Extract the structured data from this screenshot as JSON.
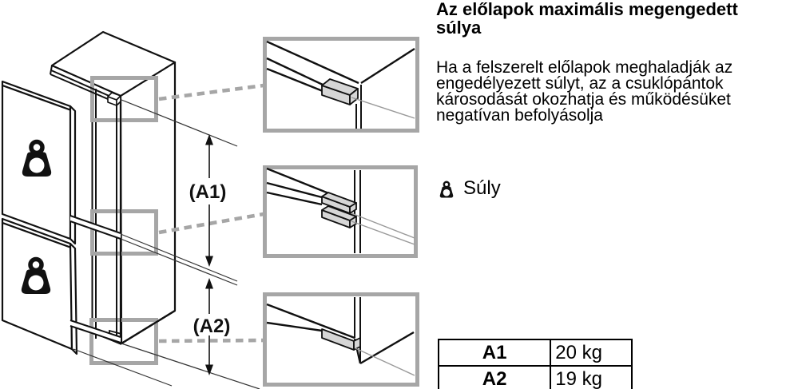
{
  "document": {
    "language": "hu",
    "heading": {
      "line1": "Az előlapok maximális megengedett",
      "line2": "súlya"
    },
    "paragraph": {
      "lines": [
        "Ha a felszerelt előlapok meghaladják az",
        "engedélyezett súlyt, az a csuklópántok",
        "károsodását okozhatja és működésüket",
        "negatívan befolyásolja"
      ]
    },
    "weight_legend": {
      "icon": "weight-icon",
      "label": "Súly"
    },
    "diagram": {
      "dimension_a1": "(A1)",
      "dimension_a2": "(A2)",
      "callouts": [
        "top-hinge-detail",
        "middle-hinge-detail",
        "bottom-hinge-detail"
      ]
    },
    "weight_table": {
      "rows": [
        {
          "dimension": "A1",
          "max_weight": "20 kg"
        },
        {
          "dimension": "A2",
          "max_weight": "19 kg"
        }
      ]
    },
    "colors": {
      "accent_gray": "#a6a6a6",
      "hinge_fill": "#d6d6d6",
      "line": "#111111",
      "text": "#000000",
      "background": "#ffffff"
    }
  }
}
